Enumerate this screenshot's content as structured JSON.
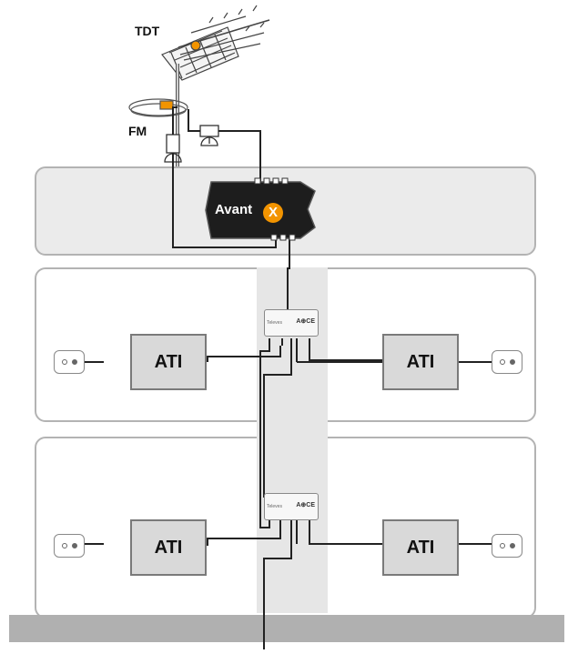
{
  "antenna": {
    "tdt_label": "TDT",
    "fm_label": "FM"
  },
  "headend": {
    "brand": "Avant",
    "badge_symbol": "X",
    "badge_color": "#f29400"
  },
  "splitters": {
    "brand_text": "Televes",
    "mark_text": "A⊕CE"
  },
  "floors": [
    {
      "left_ati_label": "ATI",
      "right_ati_label": "ATI"
    },
    {
      "left_ati_label": "ATI",
      "right_ati_label": "ATI"
    }
  ],
  "colors": {
    "cable": "#222222",
    "floor_border": "#b3b3b3",
    "shaft": "#e6e6e6",
    "ground": "#b0b0b0"
  }
}
